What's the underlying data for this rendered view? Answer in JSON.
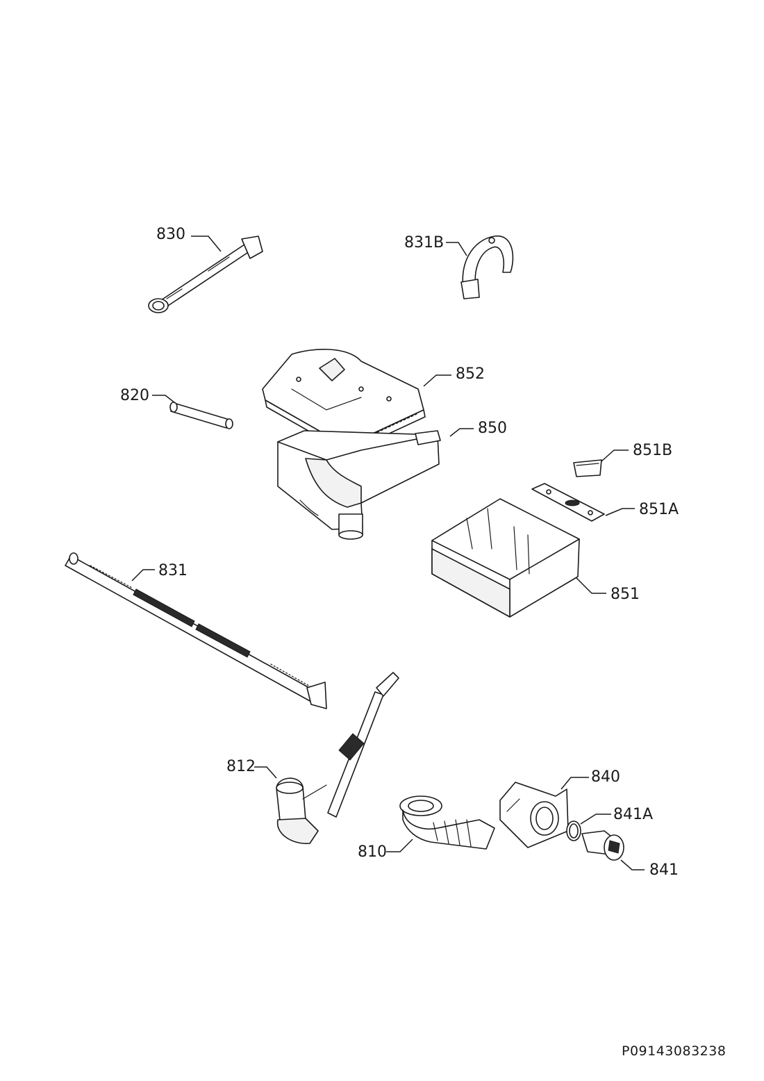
{
  "labels": {
    "830": "830",
    "831B": "831B",
    "852": "852",
    "820": "820",
    "850": "850",
    "851B": "851B",
    "851A": "851A",
    "831": "831",
    "851": "851",
    "812": "812",
    "840": "840",
    "841A": "841A",
    "810": "810",
    "841": "841"
  },
  "document_code": "P09143083238"
}
